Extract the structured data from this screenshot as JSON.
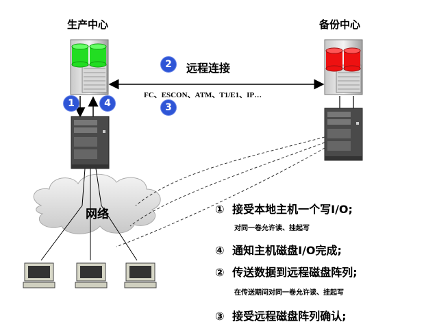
{
  "production_center": {
    "title": "生产中心"
  },
  "backup_center": {
    "title": "备份中心"
  },
  "remote_link": {
    "badge": "2",
    "label": "远程连接"
  },
  "protocols": {
    "badge": "3",
    "label": "FC、ESCON、ATM、T1/E1、IP…"
  },
  "local_steps": {
    "badge_write": "1",
    "badge_done": "4"
  },
  "network": {
    "label": "网络"
  },
  "steps": [
    {
      "marker": "①",
      "text": "接受本地主机一个写I/O;",
      "note": "对同一卷允许读、挂起写"
    },
    {
      "marker": "④",
      "text": "通知主机磁盘I/O完成;",
      "note": ""
    },
    {
      "marker": "②",
      "text": "传送数据到远程磁盘阵列;",
      "note": "在传送期间对同一卷允许读、挂起写"
    },
    {
      "marker": "③",
      "text": "接受远程磁盘阵列确认;",
      "note": ""
    }
  ],
  "colors": {
    "primary_disk": "#22dd22",
    "backup_disk": "#ee1111",
    "badge": "#2e55d6"
  }
}
